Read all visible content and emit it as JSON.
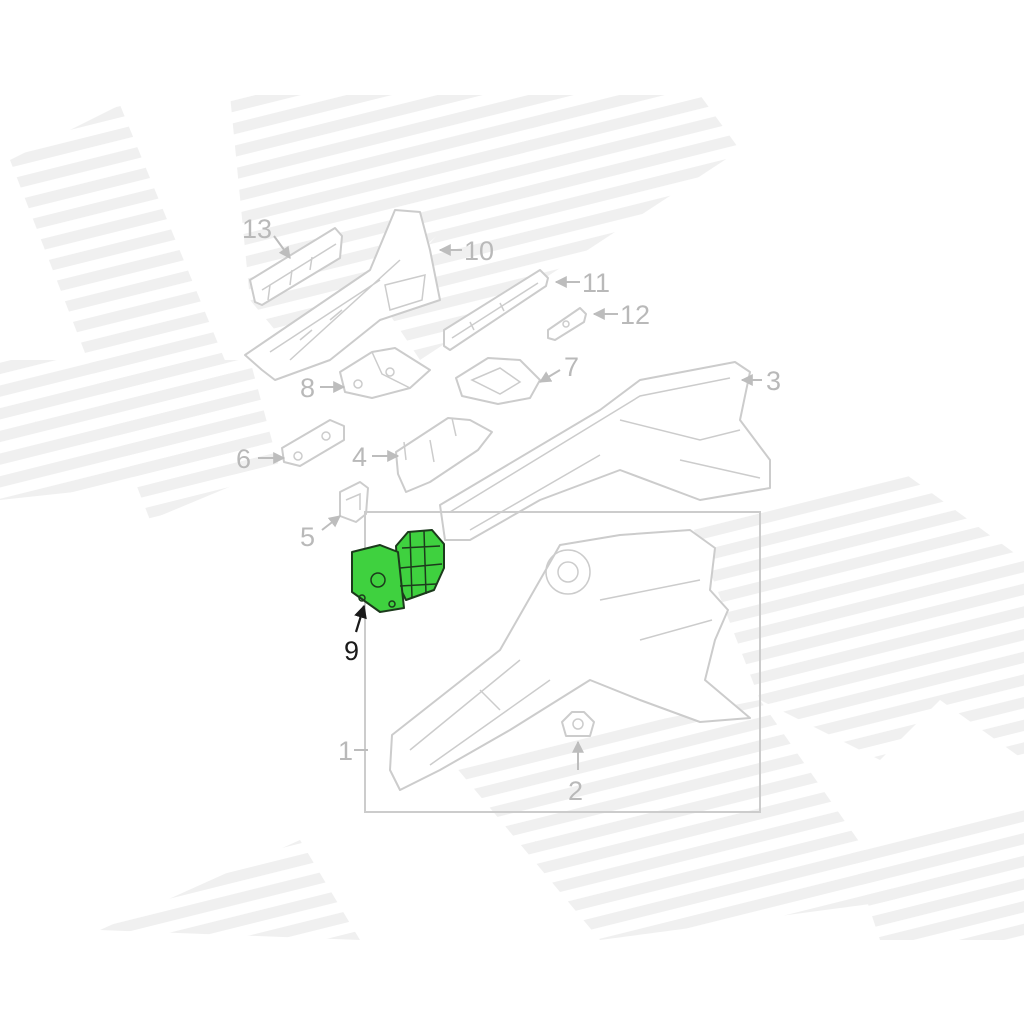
{
  "diagram": {
    "highlight_color": "#3fd13f",
    "callouts": [
      {
        "id": "c1",
        "label": "1"
      },
      {
        "id": "c2",
        "label": "2"
      },
      {
        "id": "c3",
        "label": "3"
      },
      {
        "id": "c4",
        "label": "4"
      },
      {
        "id": "c5",
        "label": "5"
      },
      {
        "id": "c6",
        "label": "6"
      },
      {
        "id": "c7",
        "label": "7"
      },
      {
        "id": "c8",
        "label": "8"
      },
      {
        "id": "c9",
        "label": "9",
        "highlighted": true
      },
      {
        "id": "c10",
        "label": "10"
      },
      {
        "id": "c11",
        "label": "11"
      },
      {
        "id": "c12",
        "label": "12"
      },
      {
        "id": "c13",
        "label": "13"
      }
    ]
  }
}
